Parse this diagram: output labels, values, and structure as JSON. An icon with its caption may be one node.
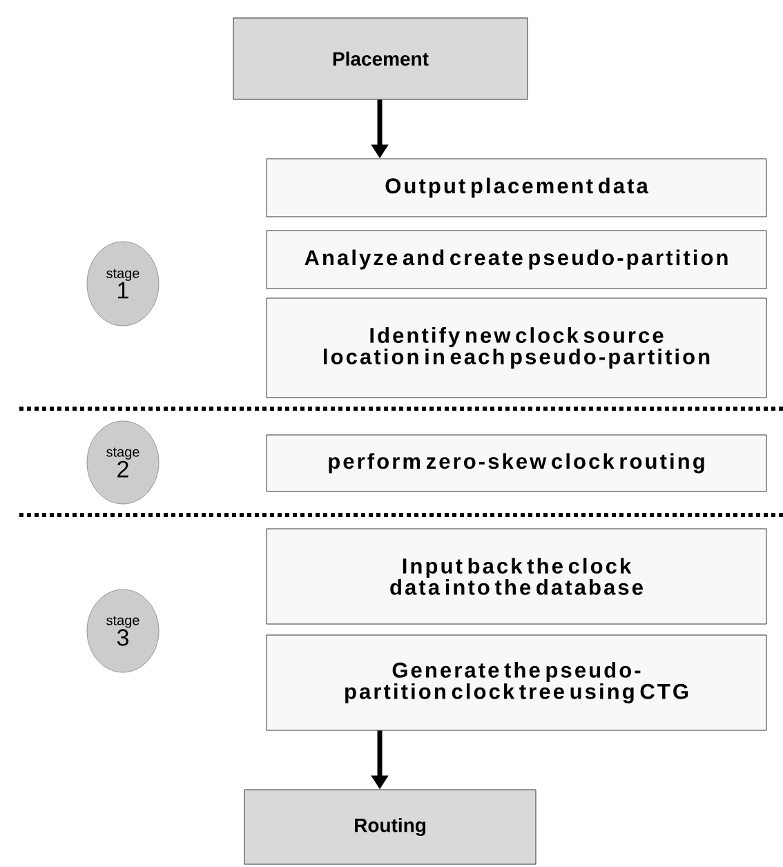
{
  "diagram": {
    "nodes": [
      {
        "text": [
          "Placement"
        ]
      },
      {
        "text": [
          "Output placement data"
        ]
      },
      {
        "text": [
          "Analyze and create pseudo-partition"
        ]
      },
      {
        "text": [
          "Identify new clock source location in each pseudo-partition"
        ]
      },
      {
        "text": [
          "perform zero-skew clock routing"
        ]
      },
      {
        "text": [
          "Input back the clock data into the database"
        ]
      },
      {
        "text": [
          "Generate the pseudo-partition clock tree using CTG"
        ]
      },
      {
        "text": [
          "Routing"
        ]
      },
      {
        "text": [
          "stage",
          "1"
        ]
      },
      {
        "text": [
          "stage",
          "2"
        ]
      },
      {
        "text": [
          "stage",
          "3"
        ]
      }
    ],
    "edges": [
      {
        "from": 0,
        "to": 1,
        "arrow": "to"
      },
      {
        "from": 6,
        "to": 7,
        "arrow": "to"
      }
    ]
  }
}
